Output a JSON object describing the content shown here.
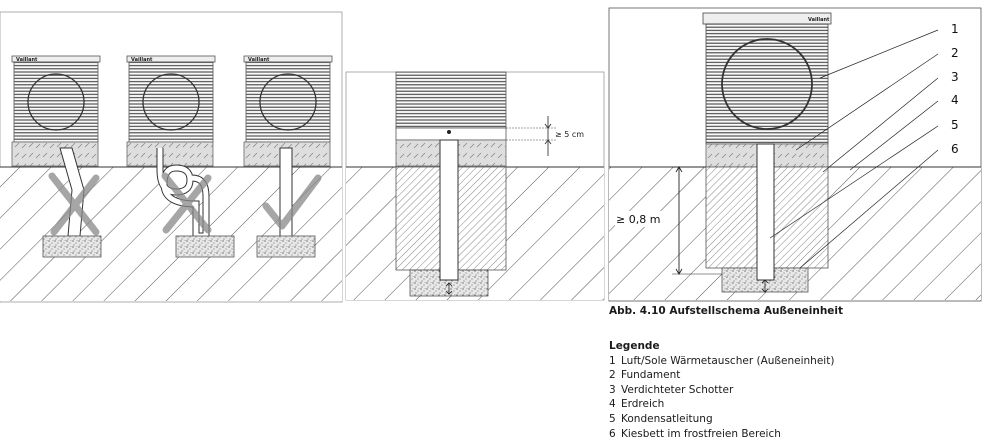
{
  "panel2": {
    "dimension_label": "≥ 5 cm"
  },
  "panel3": {
    "brand": "Vaillant",
    "depth_label": "≥ 0,8 m",
    "callouts": [
      "1",
      "2",
      "3",
      "4",
      "5",
      "6"
    ]
  },
  "panel1": {
    "brand": "Vaillant"
  },
  "caption": "Abb. 4.10 Aufstellschema Außeneinheit",
  "legend": {
    "title": "Legende",
    "items": [
      {
        "num": "1",
        "text": "Luft/Sole Wärmetauscher (Außeneinheit)"
      },
      {
        "num": "2",
        "text": "Fundament"
      },
      {
        "num": "3",
        "text": "Verdichteter Schotter"
      },
      {
        "num": "4",
        "text": "Erdreich"
      },
      {
        "num": "5",
        "text": "Kondensatleitung"
      },
      {
        "num": "6",
        "text": "Kiesbett im frostfreien Bereich"
      }
    ]
  }
}
